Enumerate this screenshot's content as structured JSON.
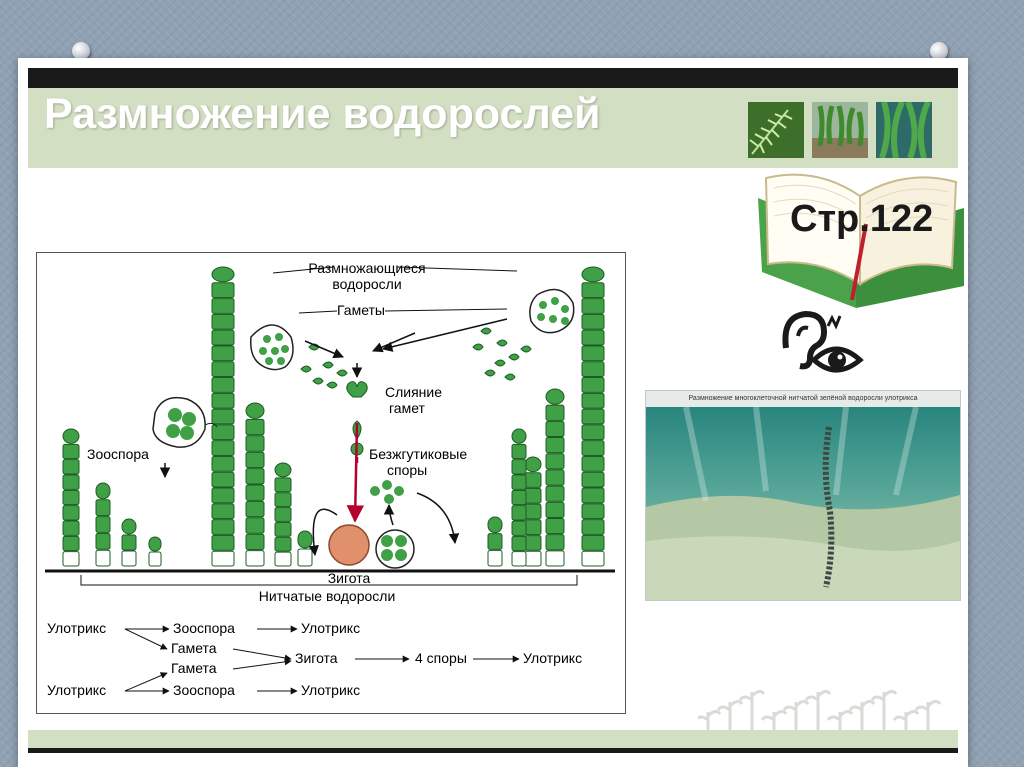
{
  "slide": {
    "title": "Размножение водорослей",
    "page_ref": "Стр.122"
  },
  "diagram": {
    "labels": {
      "reproducing": "Размножающиеся",
      "reproducing2": "водоросли",
      "gametes": "Гаметы",
      "fusion1": "Слияние",
      "fusion2": "гамет",
      "zoospore": "Зооспора",
      "spores1": "Безжгутиковые",
      "spores2": "споры",
      "zygote": "Зигота",
      "filamentous": "Нитчатые водоросли"
    },
    "scheme": {
      "u1": "Улотрикс",
      "z1": "Зооспора",
      "u2": "Улотрикс",
      "g1": "Гамета",
      "g2": "Гамета",
      "zyg": "Зигота",
      "spores4": "4 споры",
      "u3": "Улотрикс",
      "u4": "Улотрикс",
      "z2": "Зооспора",
      "u5": "Улотрикс"
    }
  },
  "video": {
    "caption": "Размножение многоклеточной нитчатой зелёной водоросли улотрикса"
  },
  "colors": {
    "title_band": "#d2dfc2",
    "alga_green": "#3fa046",
    "zygote": "#e0906a",
    "arrow_red": "#b3002d"
  }
}
